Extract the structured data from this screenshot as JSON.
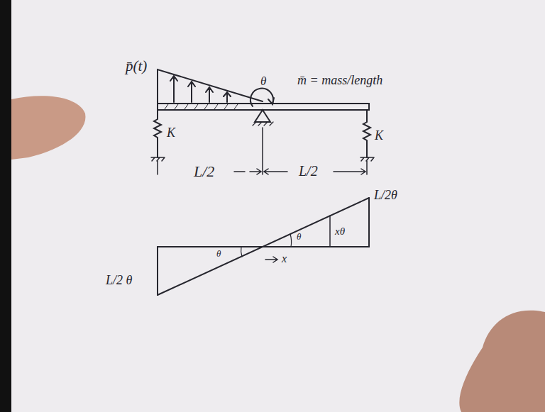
{
  "diagram": {
    "labels": [
      "p̄(t)",
      "θ",
      "m̄ = mass/length",
      "K",
      "K",
      "L/2",
      "L/2",
      "L/2 θ",
      "L/2θ",
      "θ",
      "θ",
      "xθ",
      "x"
    ]
  }
}
